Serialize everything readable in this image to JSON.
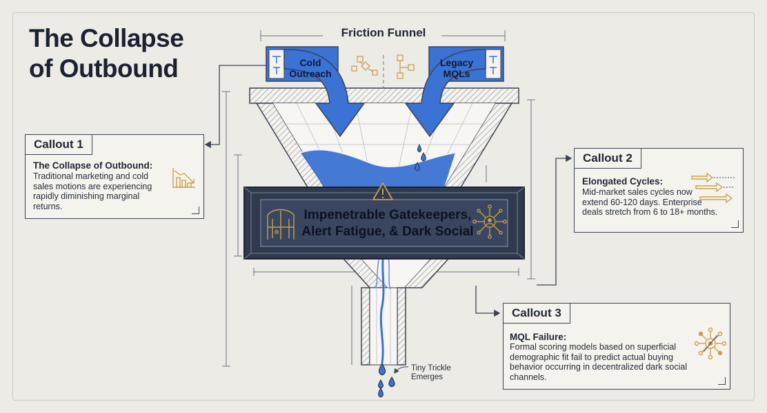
{
  "title": "The Collapse of Outbound",
  "funnel": {
    "label": "Friction Funnel",
    "input_left": [
      "Cold",
      "Outreach"
    ],
    "input_right": [
      "Legacy",
      "MQLs"
    ],
    "barrier_lines": [
      "Impenetrable Gatekeepers,",
      "Alert Fatigue, & Dark Social"
    ],
    "trickle_lines": [
      "Tiny Trickle",
      "Emerges"
    ]
  },
  "callouts": [
    {
      "heading": "Callout 1",
      "subtitle": "The Collapse of Outbound:",
      "body": "Traditional marketing and cold sales motions are experiencing rapidly diminishing marginal returns."
    },
    {
      "heading": "Callout 2",
      "subtitle": "Elongated Cycles:",
      "body": "Mid-market sales cycles now extend 60-120 days. Enterprise deals stretch from 6 to 18+ months."
    },
    {
      "heading": "Callout 3",
      "subtitle": "MQL Failure:",
      "body": "Formal scoring models based on superficial demographic fit fail to predict actual buying behavior occurring in decentralized dark social channels."
    }
  ],
  "colors": {
    "accent_blue": "#3a73d4",
    "dark_navy": "#2f3a4e",
    "gold": "#c9a14a",
    "ink": "#1f2533",
    "background": "#ecebe6"
  },
  "icons": [
    "warning-icon",
    "gate-icon",
    "network-icon",
    "chart-down-icon",
    "arrows-icon",
    "hub-icon",
    "flowchart-icon",
    "droplet-icon"
  ]
}
